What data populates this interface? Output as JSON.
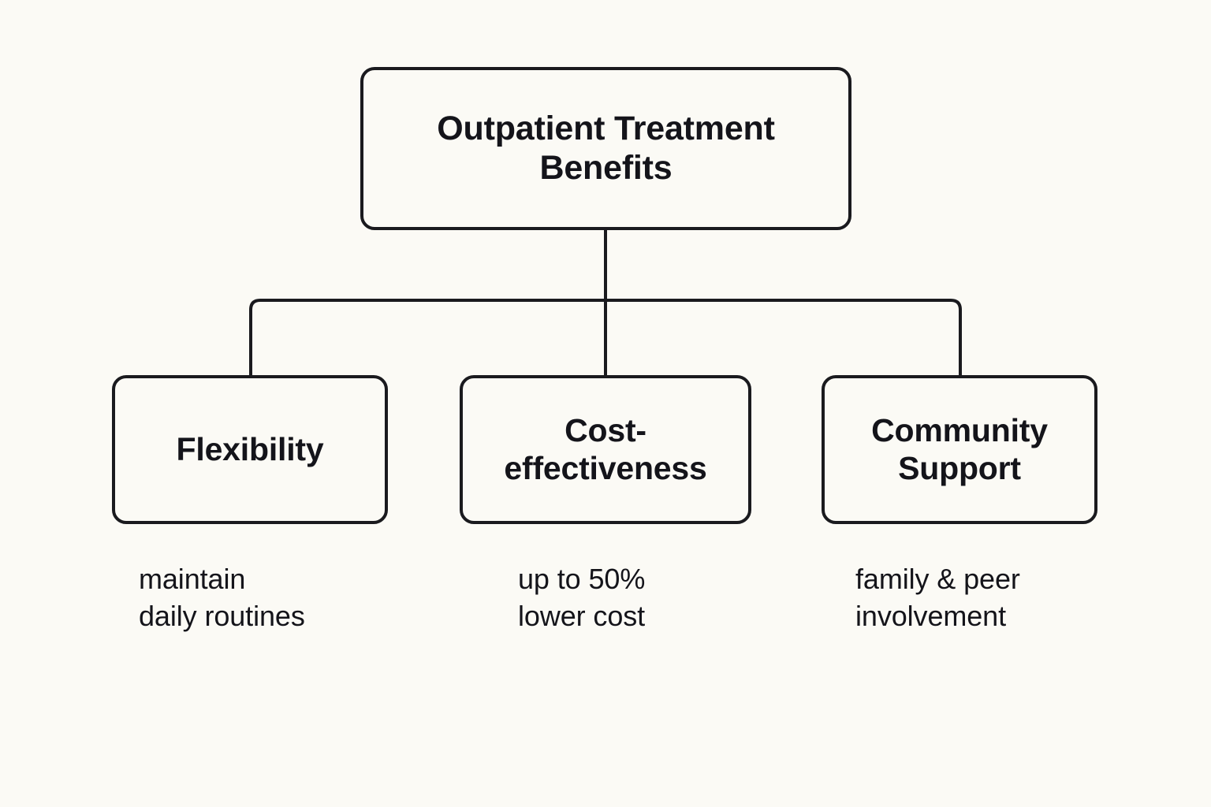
{
  "canvas": {
    "background_color": "#FBFAF5",
    "stroke_color": "#1A1A1E",
    "text_color": "#14141A"
  },
  "diagram": {
    "type": "tree",
    "root": {
      "id": "root",
      "label": "Outpatient Treatment\nBenefits"
    },
    "children": [
      {
        "id": "flexibility",
        "label": "Flexibility",
        "caption": "maintain\ndaily routines"
      },
      {
        "id": "cost",
        "label": "Cost-\neffectiveness",
        "caption": "up to 50%\nlower cost"
      },
      {
        "id": "community",
        "label": "Community\nSupport",
        "caption": "family & peer\ninvolvement"
      }
    ]
  }
}
